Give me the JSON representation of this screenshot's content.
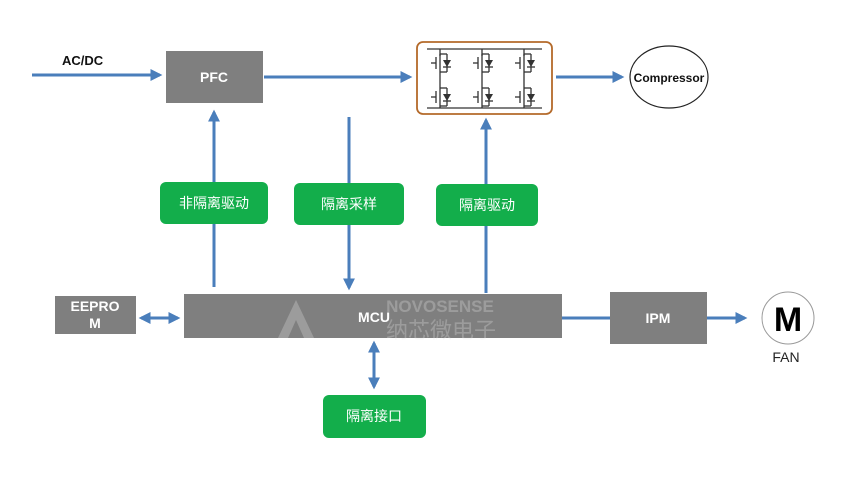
{
  "diagram": {
    "input_label": "AC/DC",
    "pfc_label": "PFC",
    "mcu_label": "MCU",
    "eeprom_label_line1": "EEPRO",
    "eeprom_label_line2": "M",
    "ipm_label": "IPM",
    "compressor_label": "Compressor",
    "fan_symbol": "M",
    "fan_label": "FAN",
    "pfc_drive_label": "非隔离驱动",
    "sampling_label": "隔离采样",
    "inverter_drive_label": "隔离驱动",
    "interface_label": "隔离接口",
    "watermark_latin": "NOVOSENSE",
    "watermark_cn": "纳芯微电子"
  },
  "colors": {
    "block_gray": "#7f7f7f",
    "green": "#13ae4b",
    "arrow_blue": "#4a7ebb",
    "inverter_border": "#b46a2a"
  }
}
